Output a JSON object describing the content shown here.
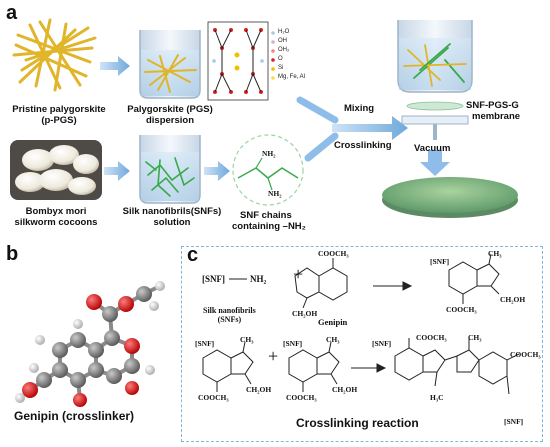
{
  "panel_a": {
    "letter": "a",
    "pristine_label_1": "Pristine palygorskite",
    "pristine_label_2": "(p-PGS)",
    "pgs_dispersion_1": "Palygorskite (PGS)",
    "pgs_dispersion_2": "dispersion",
    "legend": [
      "H₂O",
      "OH",
      "OH₂",
      "O",
      "Si",
      "Mg, Fe, Al"
    ],
    "legend_colors": [
      "#a8c8e8",
      "#d2b1d6",
      "#e88",
      "#e02020",
      "#f0c000",
      "#ffd84d"
    ],
    "mixing": "Mixing",
    "crosslinking": "Crosslinking",
    "membrane_1": "SNF-PGS-G",
    "membrane_2": "membrane",
    "vacuum": "Vacuum",
    "cocoon_1": "Bombyx mori",
    "cocoon_2": "silkworm cocoons",
    "snf_solution_1": "Silk nanofibrils(SNFs)",
    "snf_solution_2": "solution",
    "snf_chains_1": "SNF chains",
    "snf_chains_2": "containing –NH₂",
    "nh2_top": "NH₂",
    "nh2_bottom": "NH₂"
  },
  "panel_b": {
    "letter": "b",
    "caption": "Genipin (crosslinker)"
  },
  "panel_c": {
    "letter": "c",
    "snf_tag": "[SNF]",
    "nh2": "NH₂",
    "snf_caption_1": "Silk nanofibrils",
    "snf_caption_2": "(SNFs)",
    "cooch3": "COOCH₃",
    "ch2oh": "CH₂OH",
    "ch3": "CH₃",
    "h3c": "H₃C",
    "genipin": "Genipin",
    "plus": "+",
    "caption": "Crosslinking reaction"
  }
}
